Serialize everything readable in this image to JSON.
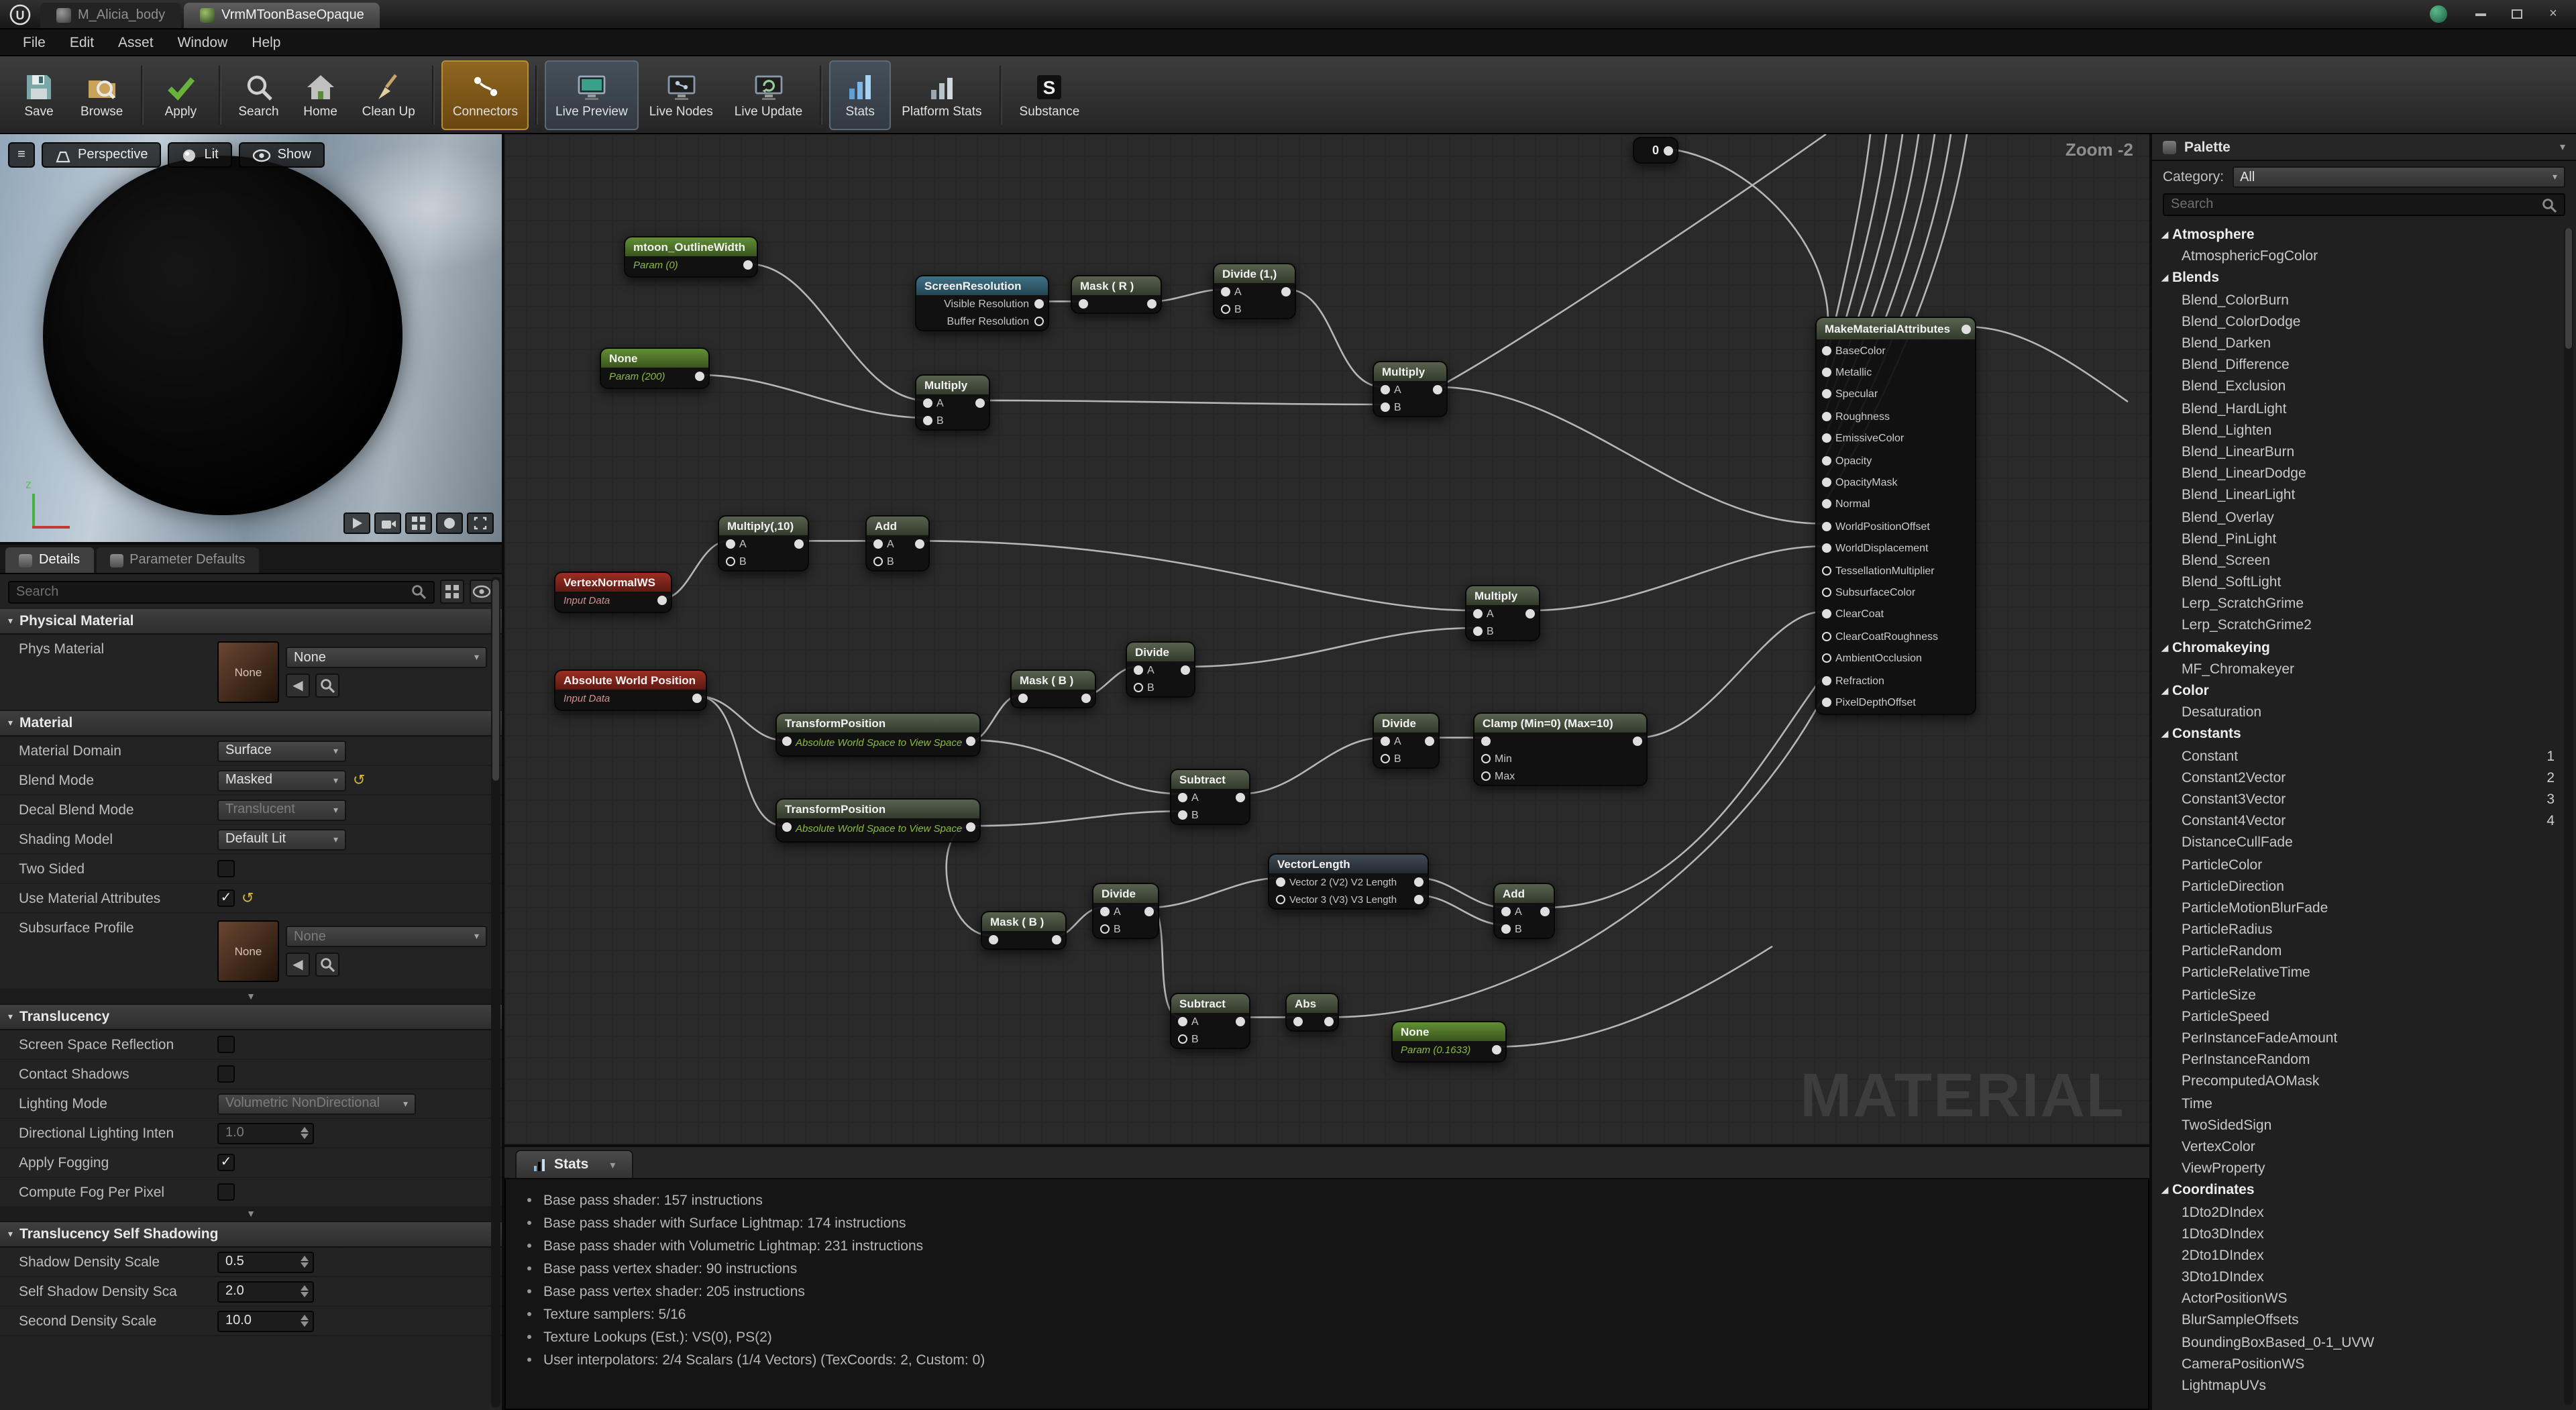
{
  "titlebar": {
    "tabs": [
      {
        "label": "M_Alicia_body"
      },
      {
        "label": "VrmMToonBaseOpaque"
      }
    ]
  },
  "menubar": {
    "items": [
      "File",
      "Edit",
      "Asset",
      "Window",
      "Help"
    ]
  },
  "toolbar": {
    "save": "Save",
    "browse": "Browse",
    "apply": "Apply",
    "search": "Search",
    "home": "Home",
    "cleanup": "Clean Up",
    "connectors": "Connectors",
    "live_preview": "Live Preview",
    "live_nodes": "Live Nodes",
    "live_update": "Live Update",
    "stats": "Stats",
    "platform_stats": "Platform Stats",
    "substance": "Substance"
  },
  "viewport": {
    "perspective": "Perspective",
    "lit": "Lit",
    "show": "Show",
    "axis_label": "z"
  },
  "details": {
    "tab_details": "Details",
    "tab_parameter_defaults": "Parameter Defaults",
    "search_placeholder": "Search",
    "physical_material": {
      "title": "Physical Material",
      "phys_material_label": "Phys Material",
      "phys_material_value": "None",
      "thumb_label": "None"
    },
    "material": {
      "title": "Material",
      "material_domain_label": "Material Domain",
      "material_domain_value": "Surface",
      "blend_mode_label": "Blend Mode",
      "blend_mode_value": "Masked",
      "decal_blend_mode_label": "Decal Blend Mode",
      "decal_blend_mode_value": "Translucent",
      "shading_model_label": "Shading Model",
      "shading_model_value": "Default Lit",
      "two_sided_label": "Two Sided",
      "two_sided_checked": false,
      "use_material_attributes_label": "Use Material Attributes",
      "use_material_attributes_checked": true,
      "subsurface_profile_label": "Subsurface Profile",
      "subsurface_profile_value": "None",
      "thumb_label": "None"
    },
    "translucency": {
      "title": "Translucency",
      "screen_space_reflection_label": "Screen Space Reflection",
      "screen_space_reflection_checked": false,
      "contact_shadows_label": "Contact Shadows",
      "contact_shadows_checked": false,
      "lighting_mode_label": "Lighting Mode",
      "lighting_mode_value": "Volumetric NonDirectional",
      "directional_lighting_intensity_label": "Directional Lighting Inten",
      "directional_lighting_intensity_value": "1.0",
      "apply_fogging_label": "Apply Fogging",
      "apply_fogging_checked": true,
      "compute_fog_per_pixel_label": "Compute Fog Per Pixel",
      "compute_fog_per_pixel_checked": false
    },
    "translucency_self_shadowing": {
      "title": "Translucency Self Shadowing",
      "shadow_density_scale_label": "Shadow Density Scale",
      "shadow_density_scale_value": "0.5",
      "self_shadow_density_scale_label": "Self Shadow Density Sca",
      "self_shadow_density_scale_value": "2.0",
      "second_density_scale_label": "Second Density Scale",
      "second_density_scale_value": "10.0"
    }
  },
  "graph": {
    "zoom_label": "Zoom -2",
    "watermark": "MATERIAL",
    "pin_a": "A",
    "pin_b": "B",
    "nodes": {
      "n0": {
        "title": "0"
      },
      "outline_width": {
        "title": "mtoon_OutlineWidth",
        "sub": "Param (0)"
      },
      "none_200": {
        "title": "None",
        "sub": "Param (200)"
      },
      "none_01633": {
        "title": "None",
        "sub": "Param (0.1633)"
      },
      "screen_resolution": {
        "title": "ScreenResolution",
        "row1": "Visible Resolution",
        "row2": "Buffer Resolution"
      },
      "mask_r": {
        "title": "Mask ( R )"
      },
      "mask_b": {
        "title": "Mask ( B )"
      },
      "divide_1": {
        "title": "Divide (1,)"
      },
      "multiply": {
        "title": "Multiply"
      },
      "multiply_10": {
        "title": "Multiply(,10)"
      },
      "add": {
        "title": "Add"
      },
      "divide": {
        "title": "Divide"
      },
      "subtract": {
        "title": "Subtract"
      },
      "abs": {
        "title": "Abs"
      },
      "vertex_normal_ws": {
        "title": "VertexNormalWS",
        "sub": "Input Data"
      },
      "absolute_world_position": {
        "title": "Absolute World Position",
        "sub": "Input Data"
      },
      "transform_position": {
        "title": "TransformPosition",
        "sub": "Absolute World Space to View Space"
      },
      "clamp": {
        "title": "Clamp (Min=0) (Max=10)",
        "min": "Min",
        "max": "Max"
      },
      "vector_length": {
        "title": "VectorLength",
        "row1": "Vector 2 (V2) V2 Length",
        "row2": "Vector 3 (V3) V3 Length"
      },
      "make_material_attributes": {
        "title": "MakeMaterialAttributes",
        "pins": [
          {
            "label": "BaseColor",
            "connected": true
          },
          {
            "label": "Metallic",
            "connected": true
          },
          {
            "label": "Specular",
            "connected": true
          },
          {
            "label": "Roughness",
            "connected": true
          },
          {
            "label": "EmissiveColor",
            "connected": true
          },
          {
            "label": "Opacity",
            "connected": true
          },
          {
            "label": "OpacityMask",
            "connected": true
          },
          {
            "label": "Normal",
            "connected": true
          },
          {
            "label": "WorldPositionOffset",
            "connected": true
          },
          {
            "label": "WorldDisplacement",
            "connected": true
          },
          {
            "label": "TessellationMultiplier",
            "connected": false
          },
          {
            "label": "SubsurfaceColor",
            "connected": false
          },
          {
            "label": "ClearCoat",
            "connected": true
          },
          {
            "label": "ClearCoatRoughness",
            "connected": false
          },
          {
            "label": "AmbientOcclusion",
            "connected": false
          },
          {
            "label": "Refraction",
            "connected": true
          },
          {
            "label": "PixelDepthOffset",
            "connected": true
          }
        ]
      }
    }
  },
  "stats": {
    "title": "Stats",
    "lines": [
      "Base pass shader: 157 instructions",
      "Base pass shader with Surface Lightmap: 174 instructions",
      "Base pass shader with Volumetric Lightmap: 231 instructions",
      "Base pass vertex shader: 90 instructions",
      "Base pass vertex shader: 205 instructions",
      "Texture samplers: 5/16",
      "Texture Lookups (Est.): VS(0), PS(2)",
      "User interpolators: 2/4 Scalars (1/4 Vectors) (TexCoords: 2, Custom: 0)"
    ]
  },
  "palette": {
    "title": "Palette",
    "category_label": "Category:",
    "category_value": "All",
    "search_placeholder": "Search",
    "items": [
      {
        "label": "Atmosphere",
        "kind": "category"
      },
      {
        "label": "AtmosphericFogColor"
      },
      {
        "label": "Blends",
        "kind": "category"
      },
      {
        "label": "Blend_ColorBurn"
      },
      {
        "label": "Blend_ColorDodge"
      },
      {
        "label": "Blend_Darken"
      },
      {
        "label": "Blend_Difference"
      },
      {
        "label": "Blend_Exclusion"
      },
      {
        "label": "Blend_HardLight"
      },
      {
        "label": "Blend_Lighten"
      },
      {
        "label": "Blend_LinearBurn"
      },
      {
        "label": "Blend_LinearDodge"
      },
      {
        "label": "Blend_LinearLight"
      },
      {
        "label": "Blend_Overlay"
      },
      {
        "label": "Blend_PinLight"
      },
      {
        "label": "Blend_Screen"
      },
      {
        "label": "Blend_SoftLight"
      },
      {
        "label": "Lerp_ScratchGrime"
      },
      {
        "label": "Lerp_ScratchGrime2"
      },
      {
        "label": "Chromakeying",
        "kind": "category"
      },
      {
        "label": "MF_Chromakeyer"
      },
      {
        "label": "Color",
        "kind": "category"
      },
      {
        "label": "Desaturation"
      },
      {
        "label": "Constants",
        "kind": "category"
      },
      {
        "label": "Constant",
        "badge": "1"
      },
      {
        "label": "Constant2Vector",
        "badge": "2"
      },
      {
        "label": "Constant3Vector",
        "badge": "3"
      },
      {
        "label": "Constant4Vector",
        "badge": "4"
      },
      {
        "label": "DistanceCullFade"
      },
      {
        "label": "ParticleColor"
      },
      {
        "label": "ParticleDirection"
      },
      {
        "label": "ParticleMotionBlurFade"
      },
      {
        "label": "ParticleRadius"
      },
      {
        "label": "ParticleRandom"
      },
      {
        "label": "ParticleRelativeTime"
      },
      {
        "label": "ParticleSize"
      },
      {
        "label": "ParticleSpeed"
      },
      {
        "label": "PerInstanceFadeAmount"
      },
      {
        "label": "PerInstanceRandom"
      },
      {
        "label": "PrecomputedAOMask"
      },
      {
        "label": "Time"
      },
      {
        "label": "TwoSidedSign"
      },
      {
        "label": "VertexColor"
      },
      {
        "label": "ViewProperty"
      },
      {
        "label": "Coordinates",
        "kind": "category"
      },
      {
        "label": "1Dto2DIndex"
      },
      {
        "label": "1Dto3DIndex"
      },
      {
        "label": "2Dto1DIndex"
      },
      {
        "label": "3Dto1DIndex"
      },
      {
        "label": "ActorPositionWS"
      },
      {
        "label": "BlurSampleOffsets"
      },
      {
        "label": "BoundingBoxBased_0-1_UVW"
      },
      {
        "label": "CameraPositionWS"
      },
      {
        "label": "LightmapUVs"
      }
    ]
  }
}
